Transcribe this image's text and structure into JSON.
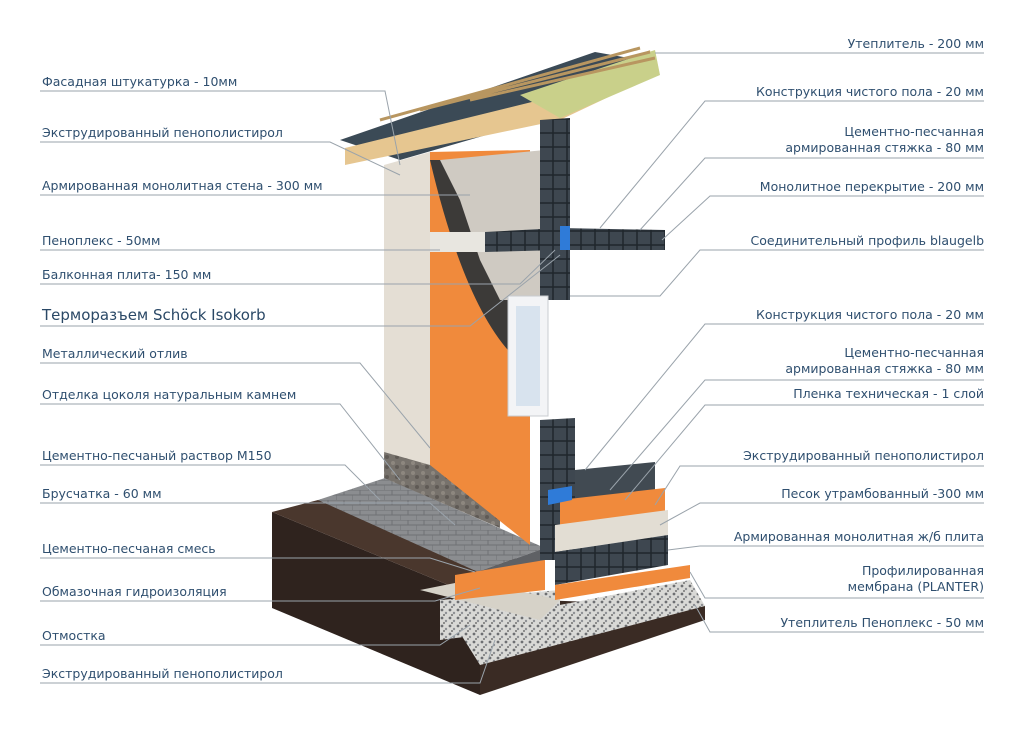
{
  "labels_left": [
    "Фасадная штукатурка - 10мм",
    "Экструдированный пенополистирол",
    "Армированная монолитная стена - 300 мм",
    "Пеноплекс - 50мм",
    "Балконная плита- 150 мм",
    "Терморазъем Schöck Isokorb",
    "Металлический отлив",
    "Отделка цоколя натуральным камнем",
    "Цементно-песчаный раствор М150",
    "Брусчатка - 60 мм",
    "Цементно-песчаная смесь",
    "Обмазочная гидроизоляция",
    "Отмостка",
    "Экструдированный пенополистирол"
  ],
  "labels_right": [
    "Утеплитель - 200 мм",
    "Конструкция чистого пола - 20 мм",
    "Цементно-песчанная\nармированная стяжка - 80 мм",
    "Монолитное перекрытие - 200 мм",
    "Соединительный профиль blaugelb",
    "Конструкция чистого пола - 20 мм",
    "Цементно-песчанная\nармированная стяжка - 80 мм",
    "Пленка техническая - 1 слой",
    "Экструдированный пенополистирол",
    "Песок утрамбованный -300 мм",
    "Армированная монолитная ж/б плита",
    "Профилированная\nмембрана (PLANTER)",
    "Утеплитель Пеноплекс - 50 мм"
  ],
  "colors": {
    "label_text": "#2f4f6f",
    "leader": "#9aa3ab",
    "insulation_orange": "#f08a3c",
    "plaster": "#e4ded4",
    "concrete": "#cfcac2",
    "soil": "#3a2b24",
    "roof": "#3b4a56",
    "timber": "#e6c690"
  }
}
